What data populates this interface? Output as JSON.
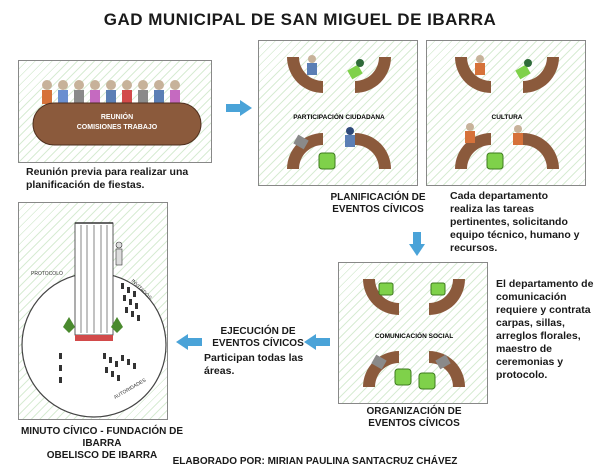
{
  "title": "GAD MUNICIPAL DE SAN MIGUEL DE IBARRA",
  "meeting": {
    "label_1": "REUNIÓN",
    "label_2": "COMISIONES TRABAJO",
    "desc": "Reunión previa para realizar una planificación de fiestas."
  },
  "planning": {
    "participacion_label": "PARTICIPACIÓN CIUDADANA",
    "cultura_label": "CULTURA",
    "caption_1": "PLANIFICACIÓN DE",
    "caption_2": "EVENTOS CÍVICOS",
    "desc": "Cada departamento realiza las tareas pertinentes, solicitando equipo técnico, humano y recursos."
  },
  "organization": {
    "comunicacion_label": "COMUNICACIÓN SOCIAL",
    "caption_1": "ORGANIZACIÓN DE",
    "caption_2": "EVENTOS CÍVICOS",
    "desc": "El departamento de comunicación requiere y contrata carpas, sillas, arreglos florales, maestro de ceremonias y protocolo."
  },
  "execution": {
    "caption_1": "EJECUCIÓN DE",
    "caption_2": "EVENTOS CÍVICOS",
    "desc": "Participan todas las áreas."
  },
  "ceremony": {
    "label_protocolo": "PROTOCOLO",
    "label_invitados": "INVITADOS",
    "label_autoridades": "AUTORIDADES",
    "caption_1": "MINUTO CÍVICO - FUNDACIÓN DE IBARRA",
    "caption_2": "OBELISCO DE IBARRA"
  },
  "footer": "ELABORADO POR: MIRIAN PAULINA SANTACRUZ CHÁVEZ",
  "colors": {
    "arrow": "#4aa3d8",
    "table": "#8b5a3c",
    "chair_green": "#7fd14a",
    "chair_gray": "#8a8a8a",
    "stripe": "#d8ecd4"
  }
}
